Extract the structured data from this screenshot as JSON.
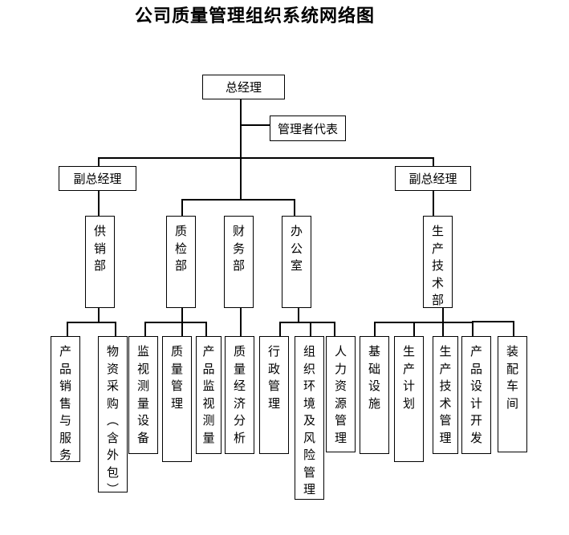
{
  "title": "公司质量管理组织系统网络图",
  "general_manager": "总经理",
  "management_rep": "管理者代表",
  "deputy_left": "副总经理",
  "deputy_right": "副总经理",
  "departments": {
    "sales": "供销部",
    "qc": "质检部",
    "finance": "财务部",
    "office": "办公室",
    "production_tech": "生产技术部"
  },
  "functions": {
    "sales": [
      "产品销售与服务",
      "物资采购（含外包）"
    ],
    "qc": [
      "监视测量设备",
      "质量管理",
      "产品监视测量"
    ],
    "finance": [
      "质量经济分析"
    ],
    "office": [
      "行政管理",
      "组织环境及风险管理",
      "人力资源管理"
    ],
    "production_tech": [
      "基础设施",
      "生产计划",
      "生产技术管理",
      "产品设计开发",
      "装配车间"
    ]
  }
}
